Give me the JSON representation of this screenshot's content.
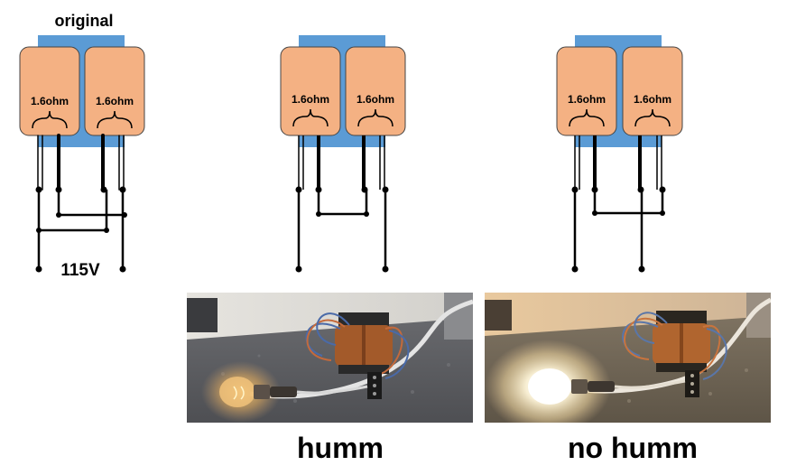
{
  "diagrams": [
    {
      "title": "original",
      "coil_left": "1.6ohm",
      "coil_right": "1.6ohm",
      "supply_label": "115V"
    },
    {
      "title": "",
      "coil_left": "1.6ohm",
      "coil_right": "1.6ohm",
      "supply_label": ""
    },
    {
      "title": "",
      "coil_left": "1.6ohm",
      "coil_right": "1.6ohm",
      "supply_label": ""
    }
  ],
  "photos": [
    {
      "caption": "humm",
      "lamp_state": "dim"
    },
    {
      "caption": "no humm",
      "lamp_state": "bright"
    }
  ],
  "colors": {
    "core": "#5b9bd5",
    "coil": "#f4b183",
    "coil_border": "#444444",
    "wire": "#000000"
  }
}
